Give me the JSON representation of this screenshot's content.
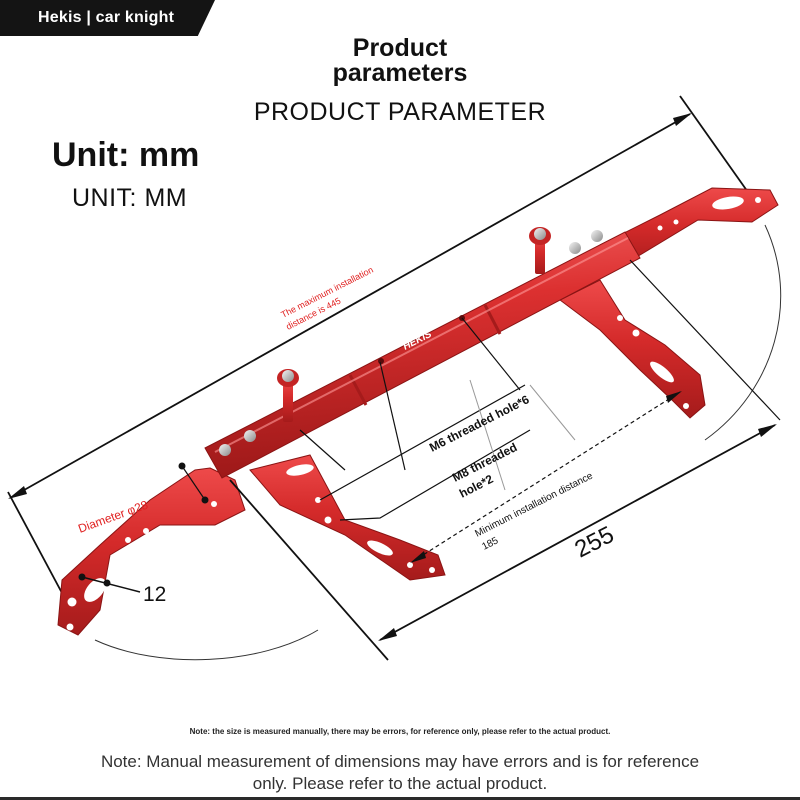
{
  "brand": {
    "label": "Hekis | car knight"
  },
  "title": {
    "line1": "Product",
    "line2": "parameters",
    "subtitle": "PRODUCT PARAMETER"
  },
  "unit": {
    "label": "Unit: mm",
    "label_en": "UNIT: MM"
  },
  "annotations": {
    "max_distance_line1": "The maximum installation",
    "max_distance_line2": "distance is 445",
    "diameter": "Diameter φ28",
    "m6_holes": "M6 threaded hole*6",
    "m8_line1": "M8 threaded",
    "m8_line2": "hole*2",
    "min_distance_line1": "Minimum installation distance",
    "min_distance_line2": "185",
    "width_255": "255",
    "dim_12": "12",
    "logo": "HEKIS"
  },
  "notes": {
    "small": "Note: the size is measured manually, there may be errors, for reference only, please refer to the actual product.",
    "large": "Note: Manual measurement of dimensions may have errors and is for reference only. Please refer to the actual product."
  },
  "colors": {
    "product_red": "#d42a2a",
    "dark_red": "#a51b1b",
    "annotation_red": "#e02020",
    "ink": "#111111"
  }
}
